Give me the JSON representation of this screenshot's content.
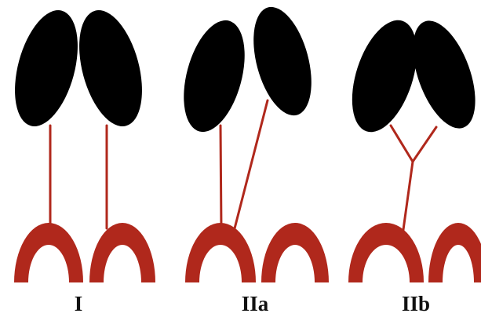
{
  "colors": {
    "background": "#ffffff",
    "cell": "#000000",
    "connection": "#b0281c"
  },
  "panels": [
    {
      "label": "I"
    },
    {
      "label": "IIa"
    },
    {
      "label": "IIb"
    }
  ]
}
